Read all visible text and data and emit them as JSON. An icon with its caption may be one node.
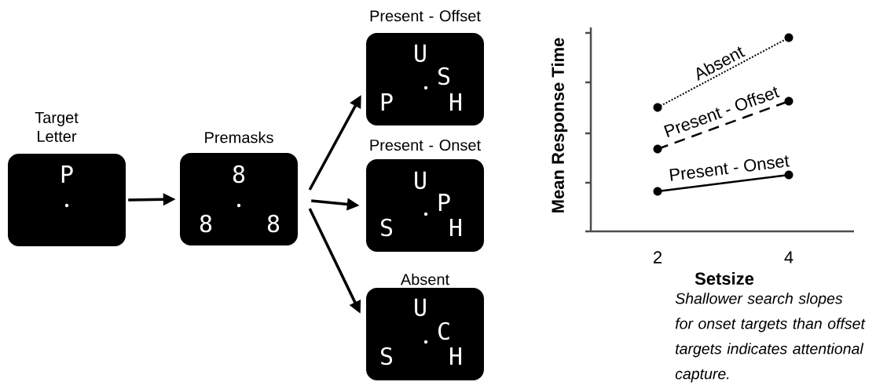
{
  "diagram": {
    "nodes": [
      {
        "text": [
          "Target Letter",
          "P"
        ]
      },
      {
        "text": [
          "Premasks",
          "8",
          "8",
          "8"
        ]
      },
      {
        "text": [
          "Present - Offset",
          "U",
          "S",
          "P",
          "H"
        ]
      },
      {
        "text": [
          "Present - Onset",
          "U",
          "P",
          "S",
          "H"
        ]
      },
      {
        "text": [
          "Absent",
          "U",
          "C",
          "S",
          "H"
        ]
      }
    ],
    "edges": [
      {
        "from": 0,
        "to": 1,
        "arrow": "to"
      },
      {
        "from": 1,
        "to": 2,
        "arrow": "to"
      },
      {
        "from": 1,
        "to": 3,
        "arrow": "to"
      },
      {
        "from": 1,
        "to": 4,
        "arrow": "to"
      }
    ],
    "labels": [
      "Mean Response Time",
      "Absent",
      "Present - Offset",
      "Present - Onset",
      "2",
      "4",
      "Setsize",
      "Shallower search slopes for onset targets than offset targets indicates attentional capture."
    ]
  }
}
